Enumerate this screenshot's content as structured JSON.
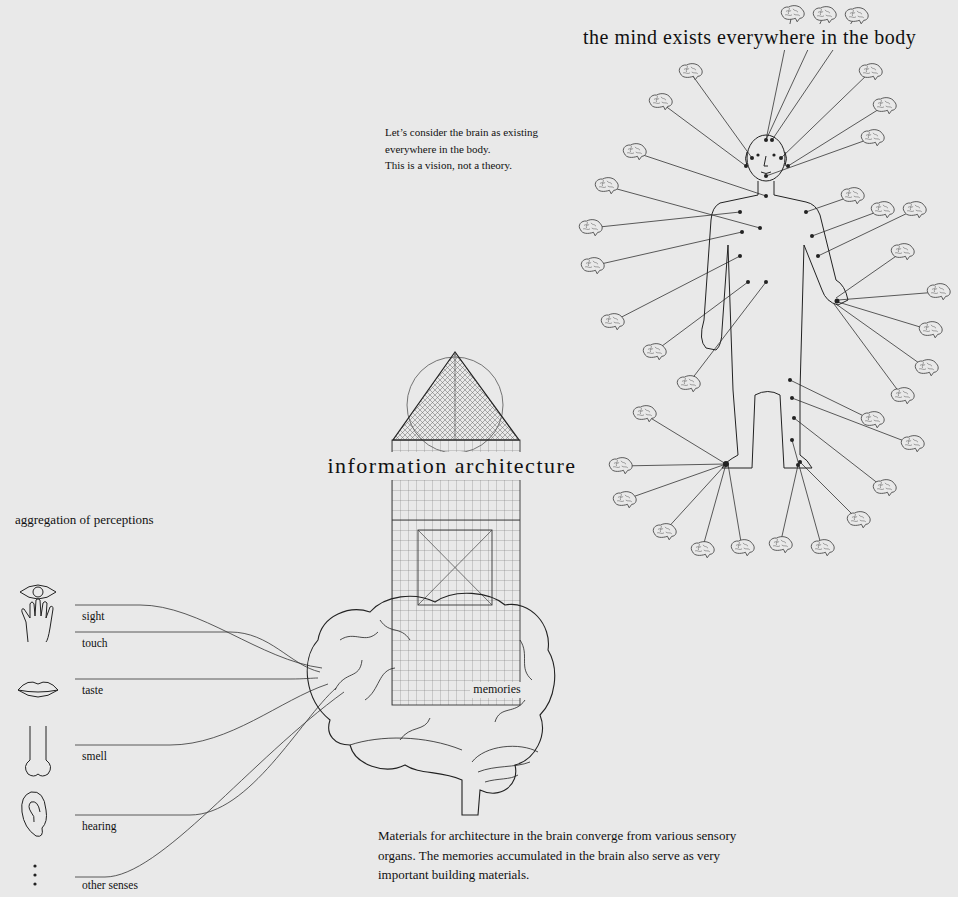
{
  "diagram": {
    "title": "the mind exists everywhere in the body",
    "caption": "Materials for architecture in the brain converge from various sensory organs. The memories accumulated in the brain also serve as very important building materials.",
    "labels": [
      "Let’s consider the brain as existing everywhere in the body.",
      "This is a vision, not a theory.",
      "information architecture",
      "aggregation of perceptions",
      "sight",
      "touch",
      "taste",
      "smell",
      "hearing",
      "other senses",
      "memories"
    ]
  }
}
